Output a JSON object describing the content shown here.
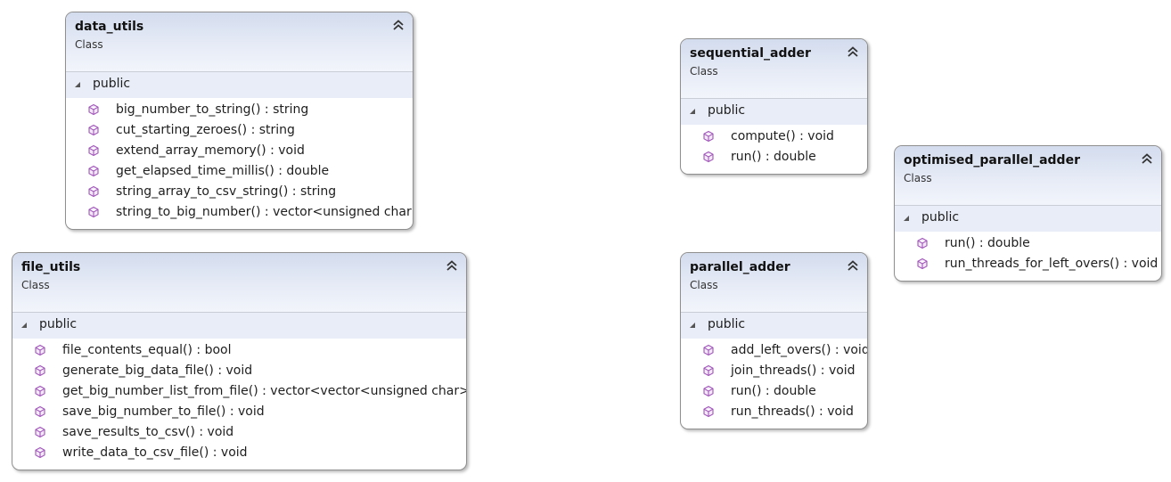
{
  "colors": {
    "header_top": "#d3dcee",
    "section_bg": "#e8edf7",
    "method_icon": "#a055b8",
    "border": "#8f8f8f"
  },
  "icons": {
    "collapse": "double-chevron-up-icon",
    "method": "method-cube-icon",
    "section_toggle": "triangle-expanded-icon"
  },
  "classes": [
    {
      "name": "data_utils",
      "stereotype": "Class",
      "section": "public",
      "methods": [
        "big_number_to_string() : string",
        "cut_starting_zeroes() : string",
        "extend_array_memory() : void",
        "get_elapsed_time_millis() : double",
        "string_array_to_csv_string() : string",
        "string_to_big_number() : vector<unsigned char>"
      ]
    },
    {
      "name": "file_utils",
      "stereotype": "Class",
      "section": "public",
      "methods": [
        "file_contents_equal() : bool",
        "generate_big_data_file() : void",
        "get_big_number_list_from_file() : vector<vector<unsigned char>>",
        "save_big_number_to_file() : void",
        "save_results_to_csv() : void",
        "write_data_to_csv_file() : void"
      ]
    },
    {
      "name": "sequential_adder",
      "stereotype": "Class",
      "section": "public",
      "methods": [
        "compute() : void",
        "run() : double"
      ]
    },
    {
      "name": "parallel_adder",
      "stereotype": "Class",
      "section": "public",
      "methods": [
        "add_left_overs() : void",
        "join_threads() : void",
        "run() : double",
        "run_threads() : void"
      ]
    },
    {
      "name": "optimised_parallel_adder",
      "stereotype": "Class",
      "section": "public",
      "methods": [
        "run() : double",
        "run_threads_for_left_overs() : void"
      ]
    }
  ]
}
